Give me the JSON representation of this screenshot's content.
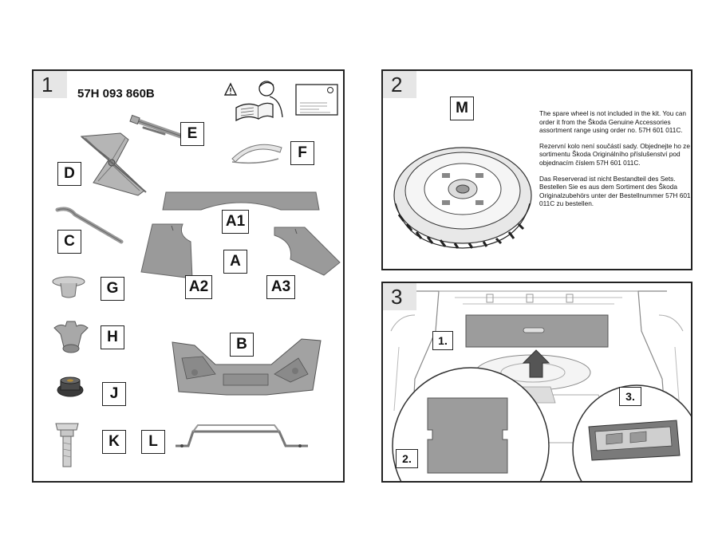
{
  "panel1": {
    "number": "1",
    "part_number": "57H 093 860B",
    "labels": {
      "a": "A",
      "a1": "A1",
      "a2": "A2",
      "a3": "A3",
      "b": "B",
      "c": "C",
      "d": "D",
      "e": "E",
      "f": "F",
      "g": "G",
      "h": "H",
      "j": "J",
      "k": "K",
      "l": "L"
    }
  },
  "panel2": {
    "number": "2",
    "label_m": "M",
    "text_en": "The spare wheel is not included in the kit. You can order it from the Škoda Genuine Accessories assortment range using order no. 57H 601 011C.",
    "text_cz": "Rezervní kolo není součástí sady. Objednejte ho ze sortimentu Škoda Originálního příslušenství pod objednacím číslem 57H 601 011C.",
    "text_de": "Das Reserverad ist nicht Bestandteil des Sets. Bestellen Sie es aus dem Sortiment des Škoda Originalzubehörs unter der Bestellnummer 57H 601 011C zu bestellen."
  },
  "panel3": {
    "number": "3",
    "step1": "1.",
    "step2": "2.",
    "step3": "3."
  }
}
